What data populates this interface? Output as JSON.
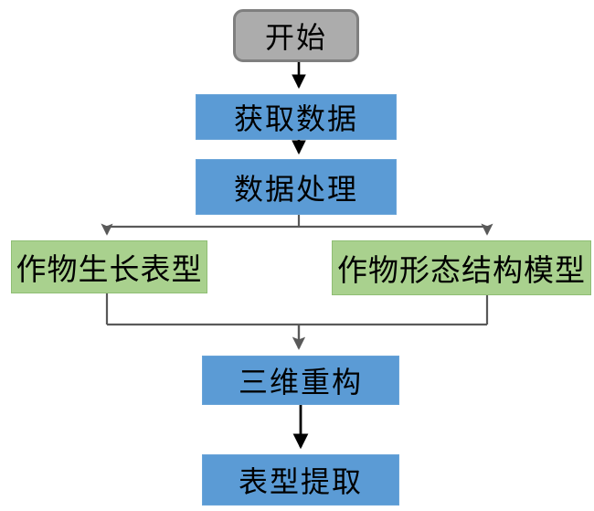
{
  "diagram": {
    "type": "flowchart",
    "background_color": "#ffffff",
    "nodes": [
      {
        "id": "start",
        "label": "开始",
        "shape": "rounded-rect",
        "fill": "#acacac",
        "border": "#7f7f7f"
      },
      {
        "id": "acquire-data",
        "label": "获取数据",
        "shape": "rect",
        "fill": "#5b9bd5",
        "border": "none"
      },
      {
        "id": "data-processing",
        "label": "数据处理",
        "shape": "rect",
        "fill": "#5b9bd5",
        "border": "none"
      },
      {
        "id": "crop-growth-phenotype",
        "label": "作物生长表型",
        "shape": "rect",
        "fill": "#a9d18e",
        "border": "#8fbe74"
      },
      {
        "id": "crop-morphology-model",
        "label": "作物形态结构模型",
        "shape": "rect",
        "fill": "#a9d18e",
        "border": "#8fbe74"
      },
      {
        "id": "3d-reconstruction",
        "label": "三维重构",
        "shape": "rect",
        "fill": "#5b9bd5",
        "border": "none"
      },
      {
        "id": "phenotype-extraction",
        "label": "表型提取",
        "shape": "rect",
        "fill": "#5b9bd5",
        "border": "none"
      }
    ],
    "edges": [
      {
        "from": "start",
        "to": "acquire-data",
        "style": "arrow",
        "color": "#000000"
      },
      {
        "from": "acquire-data",
        "to": "data-processing",
        "style": "arrow",
        "color": "#000000"
      },
      {
        "from": "data-processing",
        "to": "crop-growth-phenotype",
        "style": "arrow",
        "color": "#595959"
      },
      {
        "from": "data-processing",
        "to": "crop-morphology-model",
        "style": "arrow",
        "color": "#595959"
      },
      {
        "from": "crop-growth-phenotype",
        "to": "3d-reconstruction",
        "style": "arrow",
        "color": "#595959"
      },
      {
        "from": "crop-morphology-model",
        "to": "3d-reconstruction",
        "style": "arrow",
        "color": "#595959"
      },
      {
        "from": "3d-reconstruction",
        "to": "phenotype-extraction",
        "style": "arrow",
        "color": "#000000"
      }
    ]
  }
}
